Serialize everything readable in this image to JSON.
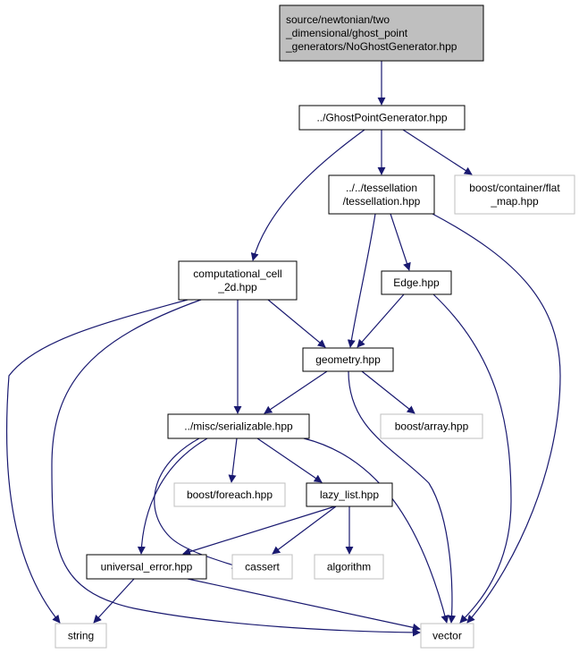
{
  "colors": {
    "edge": "#191970",
    "root_fill": "#bfbfbf",
    "resolved_border": "#000000",
    "external_border": "#bfbfbf",
    "text": "#000000"
  },
  "nodes": [
    {
      "id": "root",
      "lines": [
        "source/newtonian/two",
        "_dimensional/ghost_point",
        "_generators/NoGhostGenerator.hpp"
      ],
      "kind": "root"
    },
    {
      "id": "ghostpointgen",
      "lines": [
        "../GhostPointGenerator.hpp"
      ],
      "kind": "file"
    },
    {
      "id": "tessellation",
      "lines": [
        "../../tessellation",
        "/tessellation.hpp"
      ],
      "kind": "file"
    },
    {
      "id": "flatmap",
      "lines": [
        "boost/container/flat",
        "_map.hpp"
      ],
      "kind": "external"
    },
    {
      "id": "compcell",
      "lines": [
        "computational_cell",
        "_2d.hpp"
      ],
      "kind": "file"
    },
    {
      "id": "edge",
      "lines": [
        "Edge.hpp"
      ],
      "kind": "file"
    },
    {
      "id": "geometry",
      "lines": [
        "geometry.hpp"
      ],
      "kind": "file"
    },
    {
      "id": "serializable",
      "lines": [
        "../misc/serializable.hpp"
      ],
      "kind": "file"
    },
    {
      "id": "boostarray",
      "lines": [
        "boost/array.hpp"
      ],
      "kind": "external"
    },
    {
      "id": "foreach",
      "lines": [
        "boost/foreach.hpp"
      ],
      "kind": "external"
    },
    {
      "id": "lazylist",
      "lines": [
        "lazy_list.hpp"
      ],
      "kind": "file"
    },
    {
      "id": "universalerror",
      "lines": [
        "universal_error.hpp"
      ],
      "kind": "file"
    },
    {
      "id": "cassert",
      "lines": [
        "cassert"
      ],
      "kind": "external"
    },
    {
      "id": "algorithm",
      "lines": [
        "algorithm"
      ],
      "kind": "external"
    },
    {
      "id": "string",
      "lines": [
        "string"
      ],
      "kind": "external"
    },
    {
      "id": "vector",
      "lines": [
        "vector"
      ],
      "kind": "external"
    }
  ],
  "edges": [
    {
      "from": "root",
      "to": "ghostpointgen"
    },
    {
      "from": "ghostpointgen",
      "to": "tessellation"
    },
    {
      "from": "ghostpointgen",
      "to": "flatmap"
    },
    {
      "from": "ghostpointgen",
      "to": "compcell"
    },
    {
      "from": "tessellation",
      "to": "edge"
    },
    {
      "from": "tessellation",
      "to": "geometry"
    },
    {
      "from": "tessellation",
      "to": "vector"
    },
    {
      "from": "compcell",
      "to": "geometry"
    },
    {
      "from": "compcell",
      "to": "serializable"
    },
    {
      "from": "compcell",
      "to": "string"
    },
    {
      "from": "compcell",
      "to": "vector"
    },
    {
      "from": "edge",
      "to": "geometry"
    },
    {
      "from": "edge",
      "to": "vector"
    },
    {
      "from": "geometry",
      "to": "serializable"
    },
    {
      "from": "geometry",
      "to": "boostarray"
    },
    {
      "from": "geometry",
      "to": "vector"
    },
    {
      "from": "serializable",
      "to": "foreach"
    },
    {
      "from": "serializable",
      "to": "lazylist"
    },
    {
      "from": "serializable",
      "to": "universalerror"
    },
    {
      "from": "serializable",
      "to": "cassert"
    },
    {
      "from": "serializable",
      "to": "vector"
    },
    {
      "from": "lazylist",
      "to": "universalerror"
    },
    {
      "from": "lazylist",
      "to": "cassert"
    },
    {
      "from": "lazylist",
      "to": "algorithm"
    },
    {
      "from": "universalerror",
      "to": "string"
    },
    {
      "from": "universalerror",
      "to": "vector"
    }
  ]
}
